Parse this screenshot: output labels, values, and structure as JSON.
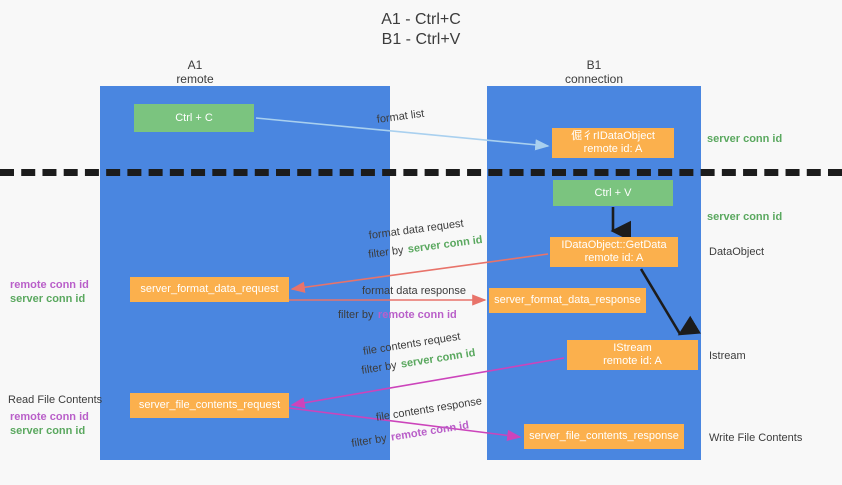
{
  "title": {
    "line1": "A1 - Ctrl+C",
    "line2": "B1 - Ctrl+V"
  },
  "lanes": [
    {
      "id": "A1",
      "name": "A1",
      "sub": "remote"
    },
    {
      "id": "B1",
      "name": "B1",
      "sub": "connection"
    }
  ],
  "boxes": {
    "ctrl_c": {
      "line1": "Ctrl + C",
      "color": "#7bc47f"
    },
    "idataobject": {
      "line1": "倔彳rIDataObject",
      "line2": "remote id: A",
      "color": "#fbb04d"
    },
    "ctrl_v": {
      "line1": "Ctrl + V",
      "color": "#7bc47f"
    },
    "getdata": {
      "line1": "IDataObject::GetData",
      "line2": "remote id: A",
      "color": "#fbb04d"
    },
    "istream": {
      "line1": "IStream",
      "line2": "remote id: A",
      "color": "#fbb04d"
    },
    "server_format_data_request": {
      "line1": "server_format_data_request",
      "color": "#fbb04d"
    },
    "server_format_data_response": {
      "line1": "server_format_data_response",
      "color": "#fbb04d"
    },
    "server_file_contents_request": {
      "line1": "server_file_contents_request",
      "color": "#fbb04d"
    },
    "server_file_contents_response": {
      "line1": "server_file_contents_response",
      "color": "#fbb04d"
    }
  },
  "edge_labels": {
    "format_list": "format list",
    "format_data_request": "format data request",
    "format_data_response": "format data response",
    "file_contents_request": "file contents request",
    "file_contents_response": "file contents response",
    "filter_by": "filter by",
    "server_conn_id": "server conn id",
    "remote_conn_id": "remote conn id"
  },
  "right_annotations": [
    {
      "text": "server conn id",
      "kind": "server"
    },
    {
      "text": "server conn id",
      "kind": "server"
    },
    {
      "text": "DataObject",
      "kind": "plain"
    },
    {
      "text": "Istream",
      "kind": "plain"
    },
    {
      "text": "Write File Contents",
      "kind": "plain"
    }
  ],
  "left_annotations": {
    "group1": {
      "remote": "remote conn id",
      "server": "server conn id"
    },
    "read_file_contents": "Read File Contents",
    "group2": {
      "remote": "remote conn id",
      "server": "server conn id"
    }
  },
  "colors": {
    "background": "#f8f8f8",
    "lane": "#4a86e0",
    "green_box": "#7bc47f",
    "orange_box": "#fbb04d",
    "server_text": "#5aa85f",
    "remote_text": "#b95fc9",
    "arrow_blue": "#a9d0ef",
    "arrow_red": "#e8736a",
    "arrow_magenta": "#cc44bb",
    "arrow_black": "#1c1c1c",
    "dashed_line": "#1c1c1c",
    "text": "#3c3c3c"
  }
}
